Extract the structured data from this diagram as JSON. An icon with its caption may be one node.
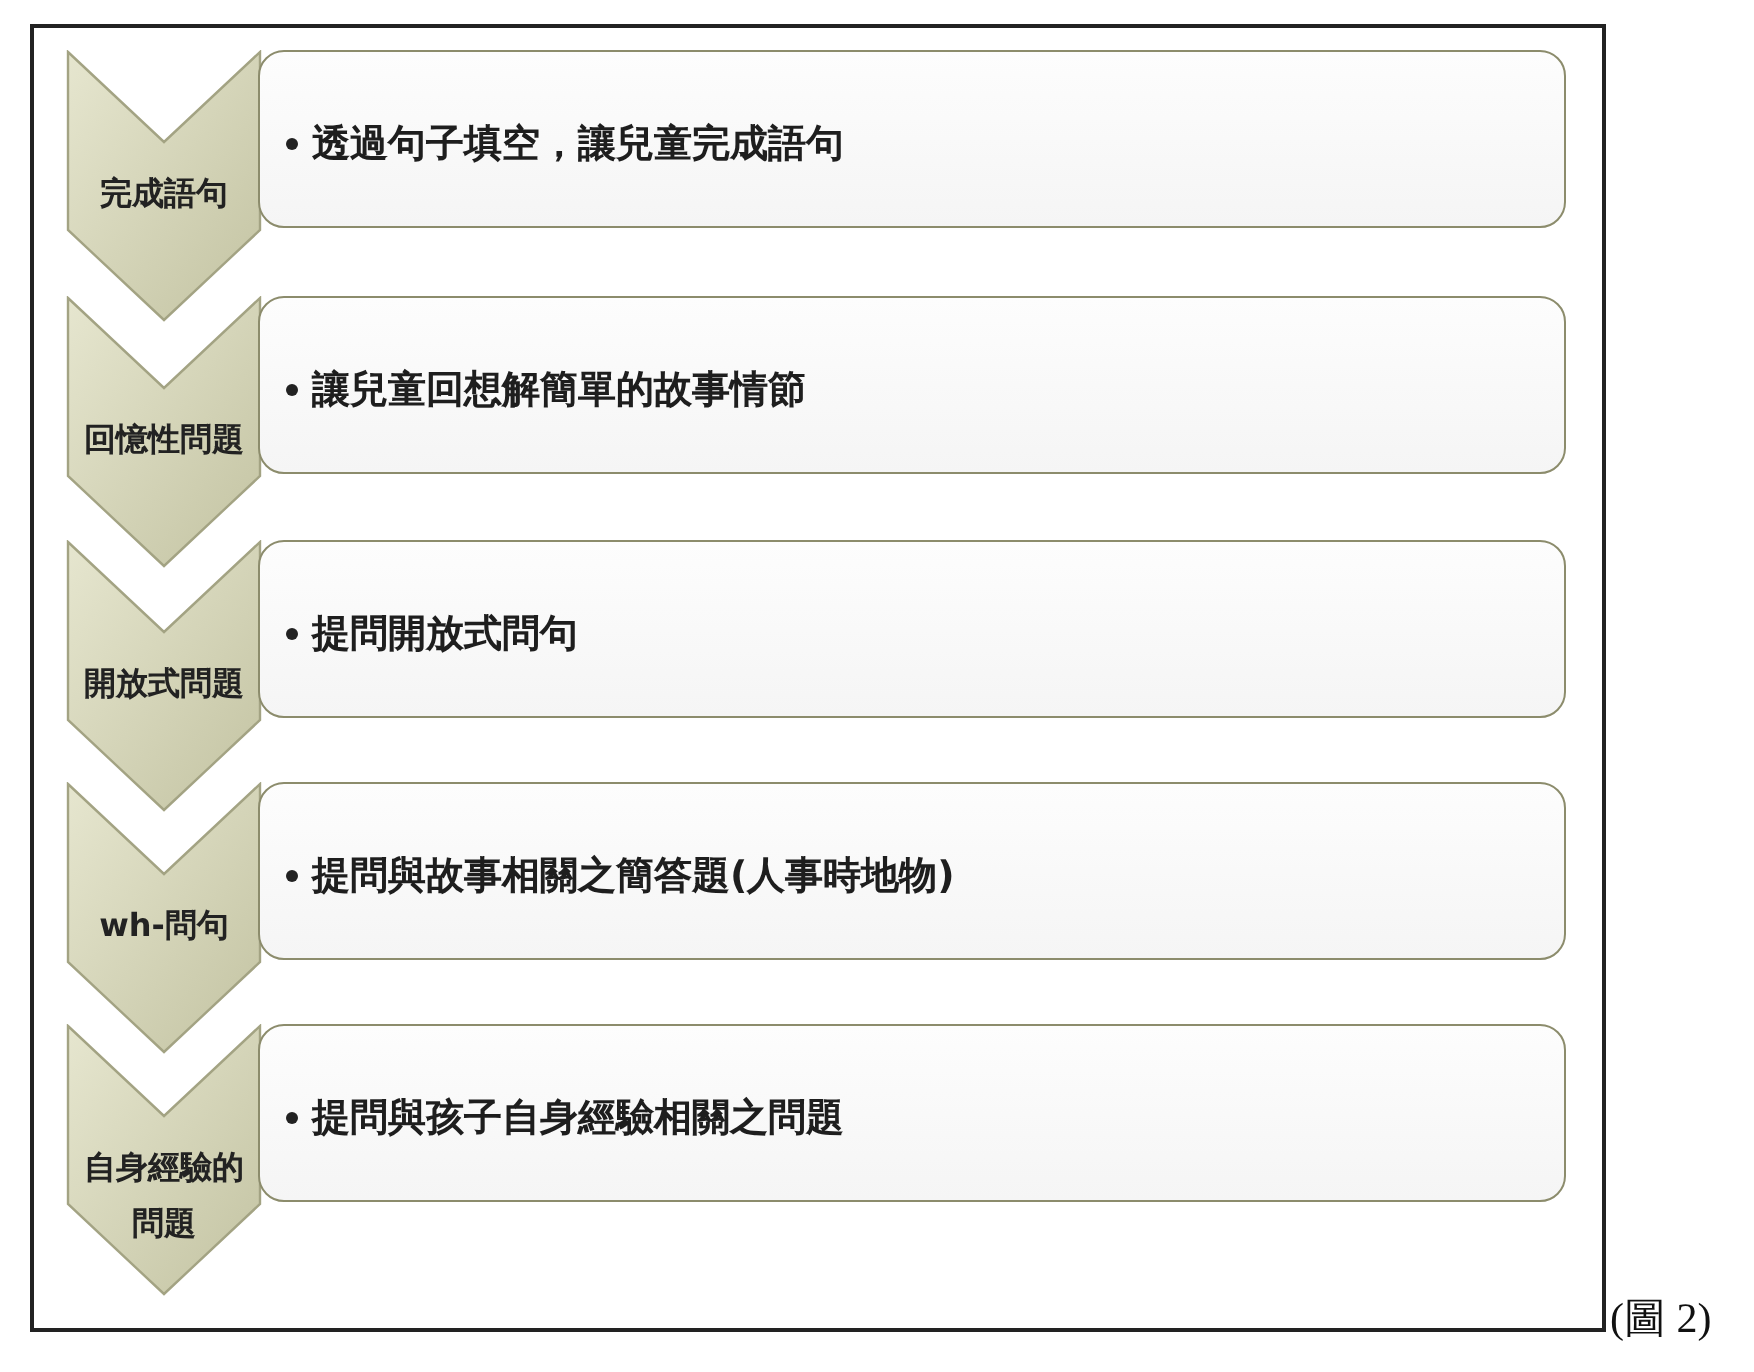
{
  "diagram": {
    "caption": "(圖 2)",
    "nodes": [
      {
        "text": [
          "完成語句"
        ]
      },
      {
        "text": [
          "透過句子填空，讓兒童完成語句"
        ]
      },
      {
        "text": [
          "回憶性問題"
        ]
      },
      {
        "text": [
          "讓兒童回想解簡單的故事情節"
        ]
      },
      {
        "text": [
          "開放式問題"
        ]
      },
      {
        "text": [
          "提問開放式問句"
        ]
      },
      {
        "text": [
          "wh-問句"
        ]
      },
      {
        "text": [
          "提問與故事相關之簡答題(人事時地物)"
        ]
      },
      {
        "text": [
          "自身經驗的問題"
        ]
      },
      {
        "text": [
          "提問與孩子自身經驗相關之問題"
        ]
      }
    ]
  }
}
